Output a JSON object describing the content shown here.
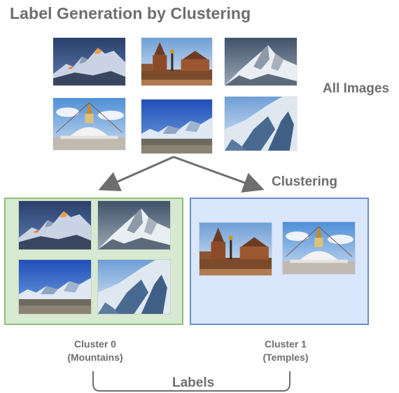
{
  "title": "Label Generation by Clustering",
  "all_images_label": "All Images",
  "clustering_label": "Clustering",
  "labels_label": "Labels",
  "clusters": [
    {
      "name": "Cluster 0",
      "desc": "(Mountains)",
      "fill": "#d7e9d1",
      "border": "#8cbf7b"
    },
    {
      "name": "Cluster 1",
      "desc": "(Temples)",
      "fill": "#d9e6fb",
      "border": "#6c8fc8"
    }
  ],
  "images": {
    "top_row": [
      "everest-sunset",
      "temple-pagoda",
      "snow-peak"
    ],
    "bottom_row": [
      "stupa",
      "blue-ridge",
      "snow-slope"
    ]
  },
  "colors": {
    "text": "#6e6e6e",
    "arrow": "#6e6e6e"
  }
}
